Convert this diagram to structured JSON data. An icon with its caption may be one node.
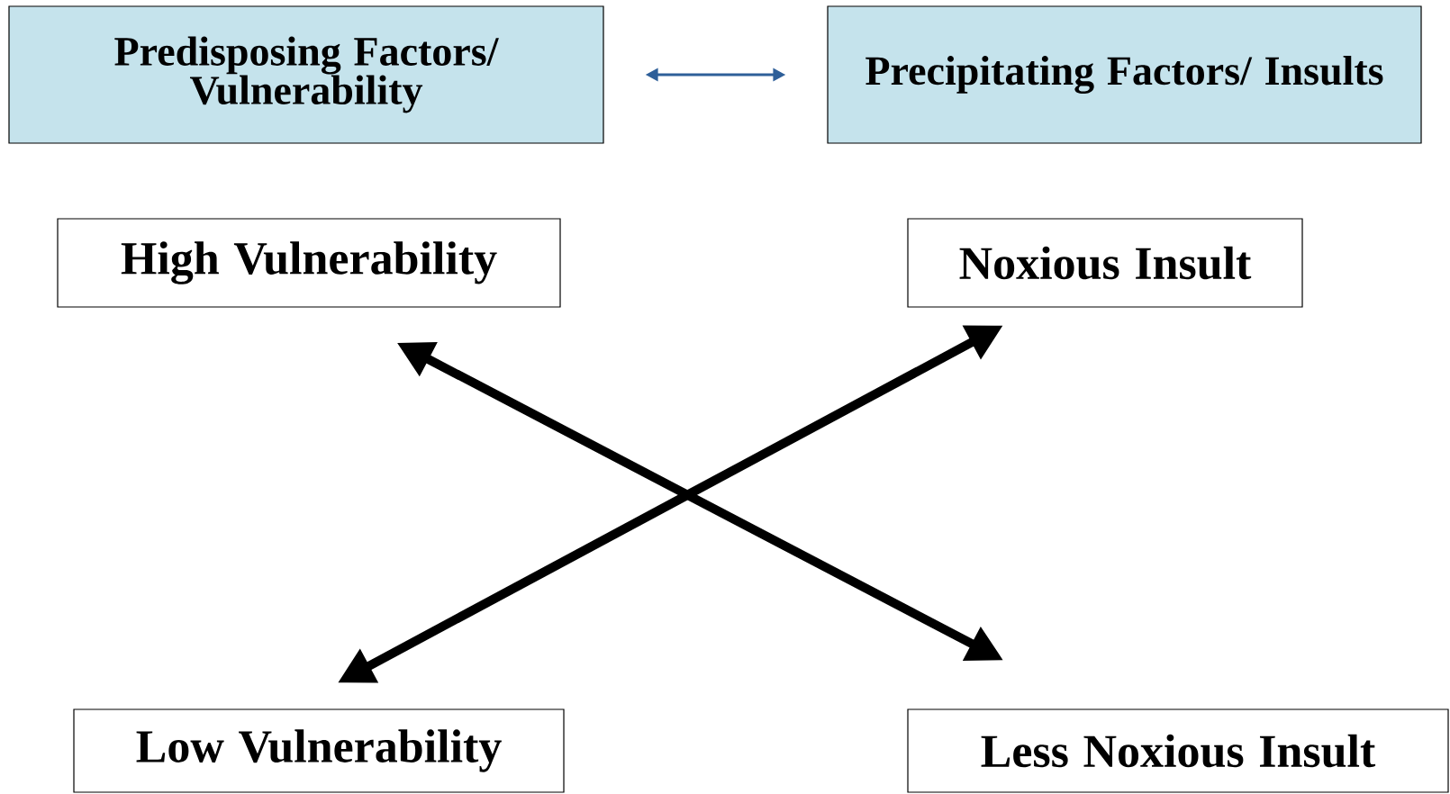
{
  "diagram": {
    "nodes": [
      {
        "text": [
          "Predisposing Factors/ Vulnerability"
        ]
      },
      {
        "text": [
          "Precipitating Factors/ Insults"
        ]
      },
      {
        "text": [
          "High Vulnerability"
        ]
      },
      {
        "text": [
          "Noxious Insult"
        ]
      },
      {
        "text": [
          "Low Vulnerability"
        ]
      },
      {
        "text": [
          "Less Noxious Insult"
        ]
      }
    ],
    "edges": [
      {
        "from": 0,
        "to": 1,
        "arrow": "both",
        "color": "#2e5f99"
      },
      {
        "from": 2,
        "to": 5,
        "arrow": "both"
      },
      {
        "from": 3,
        "to": 4,
        "arrow": "both"
      }
    ]
  }
}
